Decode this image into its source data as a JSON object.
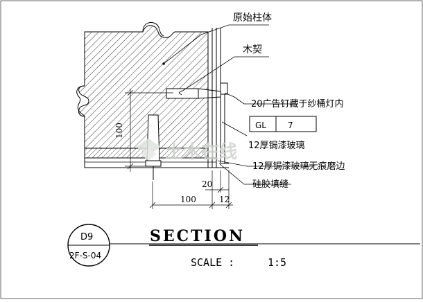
{
  "labels": {
    "original_column": "原始柱体",
    "wood_wedge": "木契",
    "nail_note": "20广告钉藏于纱桶灯内",
    "glass_1": "12厚锔漆玻璃",
    "glass_2": "12厚锔漆玻璃无痕磨边",
    "silicone": "硅胶填缝"
  },
  "tag": {
    "code": "GL",
    "number": "7"
  },
  "dimensions": {
    "d100_vertical": "100",
    "d100_horizontal": "100",
    "d20": "20",
    "d12": "12"
  },
  "title": {
    "text": "SECTION",
    "scale_label": "SCALE :",
    "scale_value": "1:5"
  },
  "detail_marker": {
    "id": "D9",
    "sheet": "2F-S-04"
  },
  "watermark": "土木在线"
}
